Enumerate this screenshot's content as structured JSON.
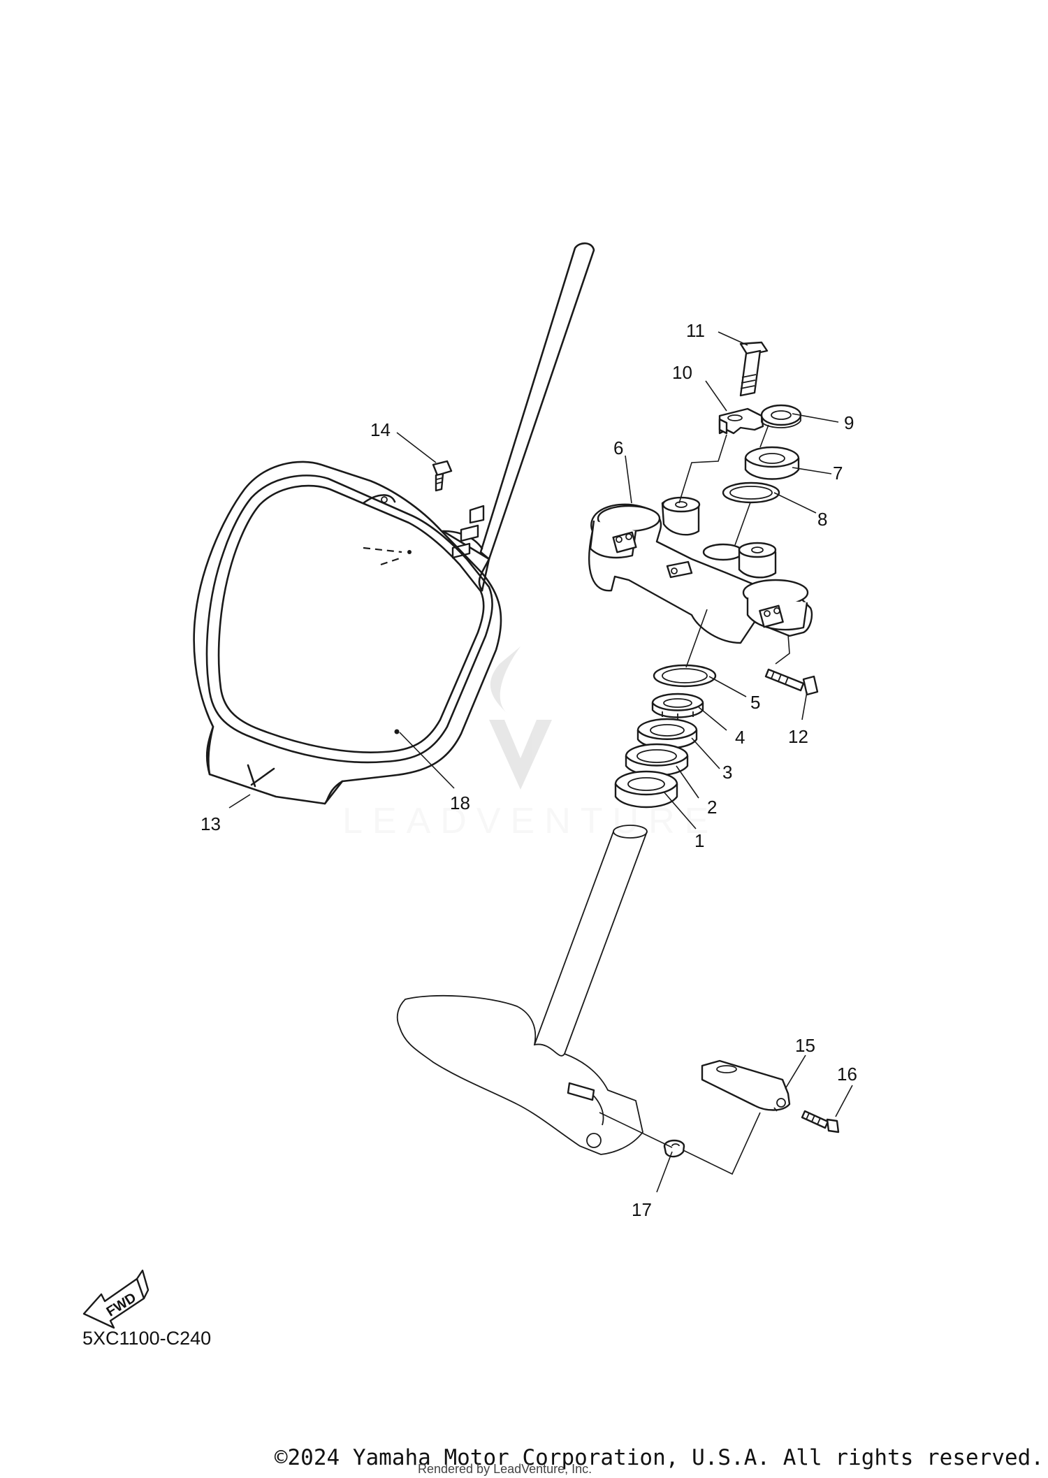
{
  "callouts": [
    {
      "num": "1"
    },
    {
      "num": "2"
    },
    {
      "num": "3"
    },
    {
      "num": "4"
    },
    {
      "num": "5"
    },
    {
      "num": "6"
    },
    {
      "num": "7"
    },
    {
      "num": "8"
    },
    {
      "num": "9"
    },
    {
      "num": "10"
    },
    {
      "num": "11"
    },
    {
      "num": "12"
    },
    {
      "num": "13"
    },
    {
      "num": "14"
    },
    {
      "num": "15"
    },
    {
      "num": "16"
    },
    {
      "num": "17"
    },
    {
      "num": "18"
    }
  ],
  "fwd_label": "FWD",
  "diagram_code": "5XC1100-C240",
  "watermark": "LEADVENTURE",
  "copyright": "©2024 Yamaha Motor Corporation, U.S.A. All rights reserved.",
  "rendered_by": "Rendered by LeadVenture, Inc."
}
